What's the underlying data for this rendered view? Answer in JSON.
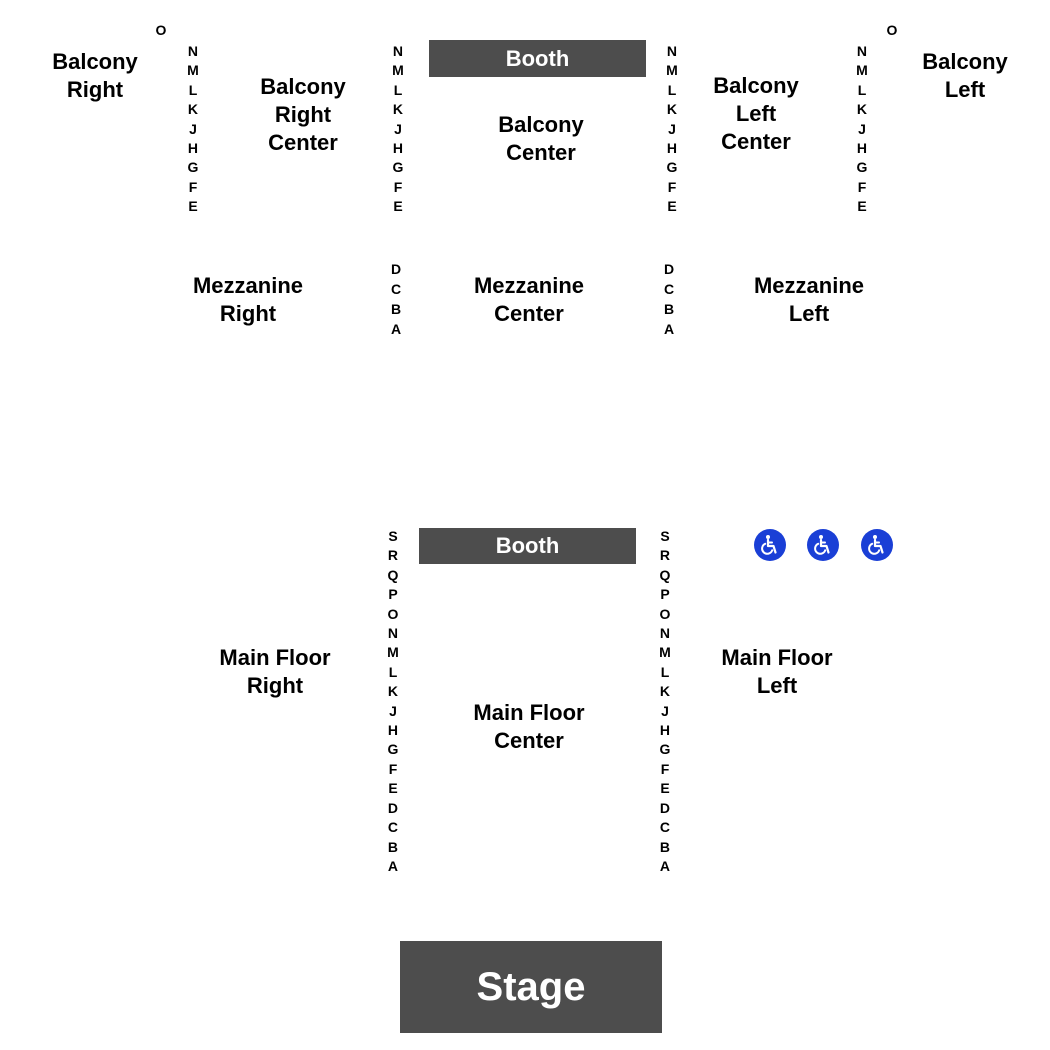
{
  "colors": {
    "booth": "#4d4d4d",
    "stage": "#4d4d4d",
    "accessible": "#1a3fd6",
    "label": "#000000"
  },
  "icons": {
    "accessible": "wheelchair-icon"
  },
  "booth_label": "Booth",
  "stage_label": "Stage",
  "row_o_label": "O",
  "sections": {
    "balcony_right": [
      "Balcony",
      "Right"
    ],
    "balcony_right_center": [
      "Balcony",
      "Right",
      "Center"
    ],
    "balcony_center": [
      "Balcony",
      "Center"
    ],
    "balcony_left_center": [
      "Balcony",
      "Left",
      "Center"
    ],
    "balcony_left": [
      "Balcony",
      "Left"
    ],
    "mezzanine_right": [
      "Mezzanine",
      "Right"
    ],
    "mezzanine_center": [
      "Mezzanine",
      "Center"
    ],
    "mezzanine_left": [
      "Mezzanine",
      "Left"
    ],
    "main_floor_right": [
      "Main Floor",
      "Right"
    ],
    "main_floor_center": [
      "Main Floor",
      "Center"
    ],
    "main_floor_left": [
      "Main Floor",
      "Left"
    ]
  },
  "rows": {
    "balcony": [
      "N",
      "M",
      "L",
      "K",
      "J",
      "H",
      "G",
      "F",
      "E"
    ],
    "mezzanine": [
      "D",
      "C",
      "B",
      "A"
    ],
    "main_floor": [
      "S",
      "R",
      "Q",
      "P",
      "O",
      "N",
      "M",
      "L",
      "K",
      "J",
      "H",
      "G",
      "F",
      "E",
      "D",
      "C",
      "B",
      "A"
    ]
  }
}
